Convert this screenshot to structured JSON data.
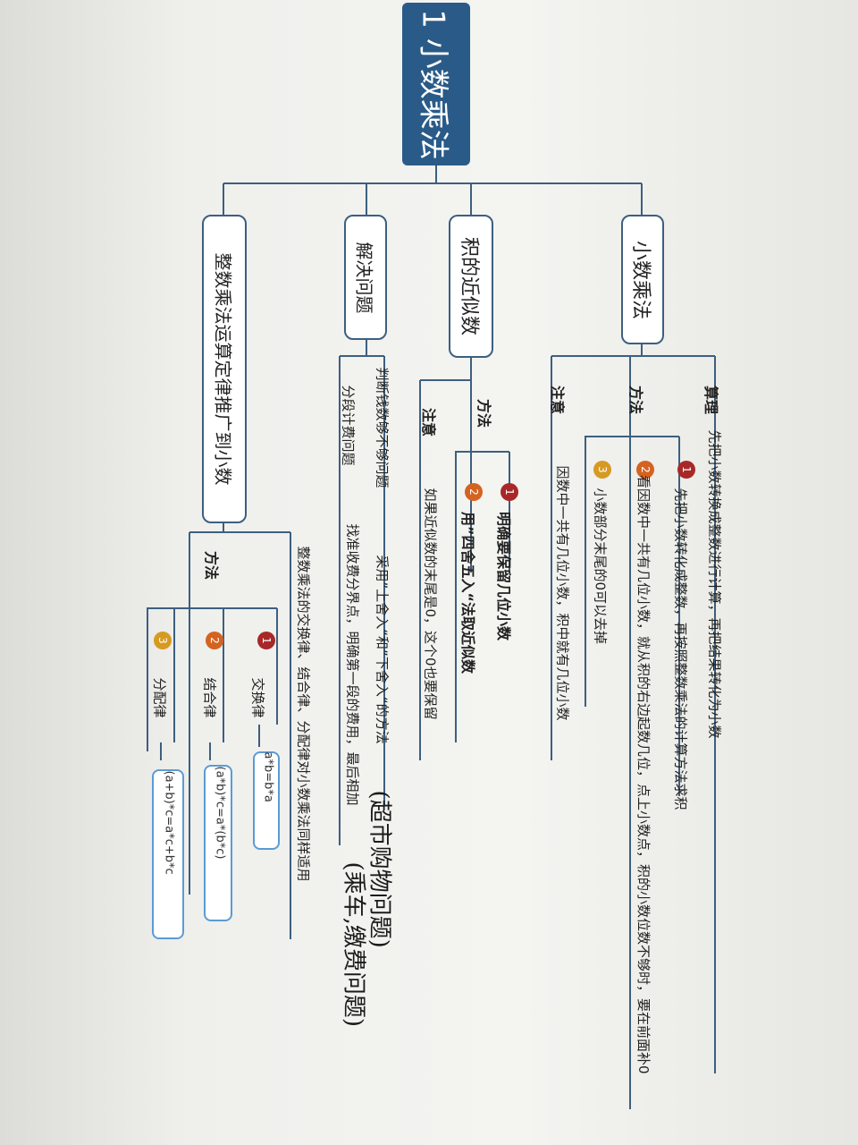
{
  "root": "1 小数乘法",
  "branches": {
    "b1": "小数乘法",
    "b2": "积的近似数",
    "b3": "解决问题",
    "b4": "整数乘法运算定律推广到小数"
  },
  "b1": {
    "suanli": "算理",
    "suanli_text": "先把小数转换成整数进行计算，再把结果转化为小数",
    "fangfa": "方法",
    "step1": "先把小数转化成整数，再按照整数乘法的计算方法求积",
    "step2a": "看因数中一共有几位小数，就从积的右边起数几位，点上小数点，积的小数位数不够时，要在前面补0",
    "step3": "小数部分末尾的0可以去掉",
    "zhuyi": "注意",
    "zhuyi_text": "因数中一共有几位小数，积中就有几位小数"
  },
  "b2": {
    "fangfa": "方法",
    "step1": "明确要保留几位小数",
    "step2": "用”四舍五入“法取近似数",
    "zhuyi": "注意",
    "zhuyi_text": "如果近似数的末尾是0，这个0也要保留"
  },
  "b3": {
    "item1": "判断钱数够不够问题",
    "item1_text": "采用”上舍入“和”下舍入“的方法",
    "item1_note": "(超市购物问题)",
    "item2": "分段计费问题",
    "item2_text": "找准收费分界点，明确第一段的费用，最后相加",
    "item2_note": "(乘车,缴费问题)"
  },
  "b4": {
    "summary": "整数乘法的交换律、结合律、分配律对小数乘法同样适用",
    "fangfa": "方法",
    "law1": "交换律",
    "law1_f": "a*b=b*a",
    "law2": "结合律",
    "law2_f": "(a*b)*c=a*(b*c)",
    "law3": "分配律",
    "law3_f": "(a+b)*c=a*c+b*c"
  },
  "badges": {
    "n1": "1",
    "n2": "2",
    "n3": "3"
  },
  "colors": {
    "root": "#2a5b88",
    "line": "#3d5f80",
    "badge1": "#a82828",
    "badge2": "#d46322",
    "badge3": "#d69a22",
    "formula_border": "#5b9bd5"
  }
}
